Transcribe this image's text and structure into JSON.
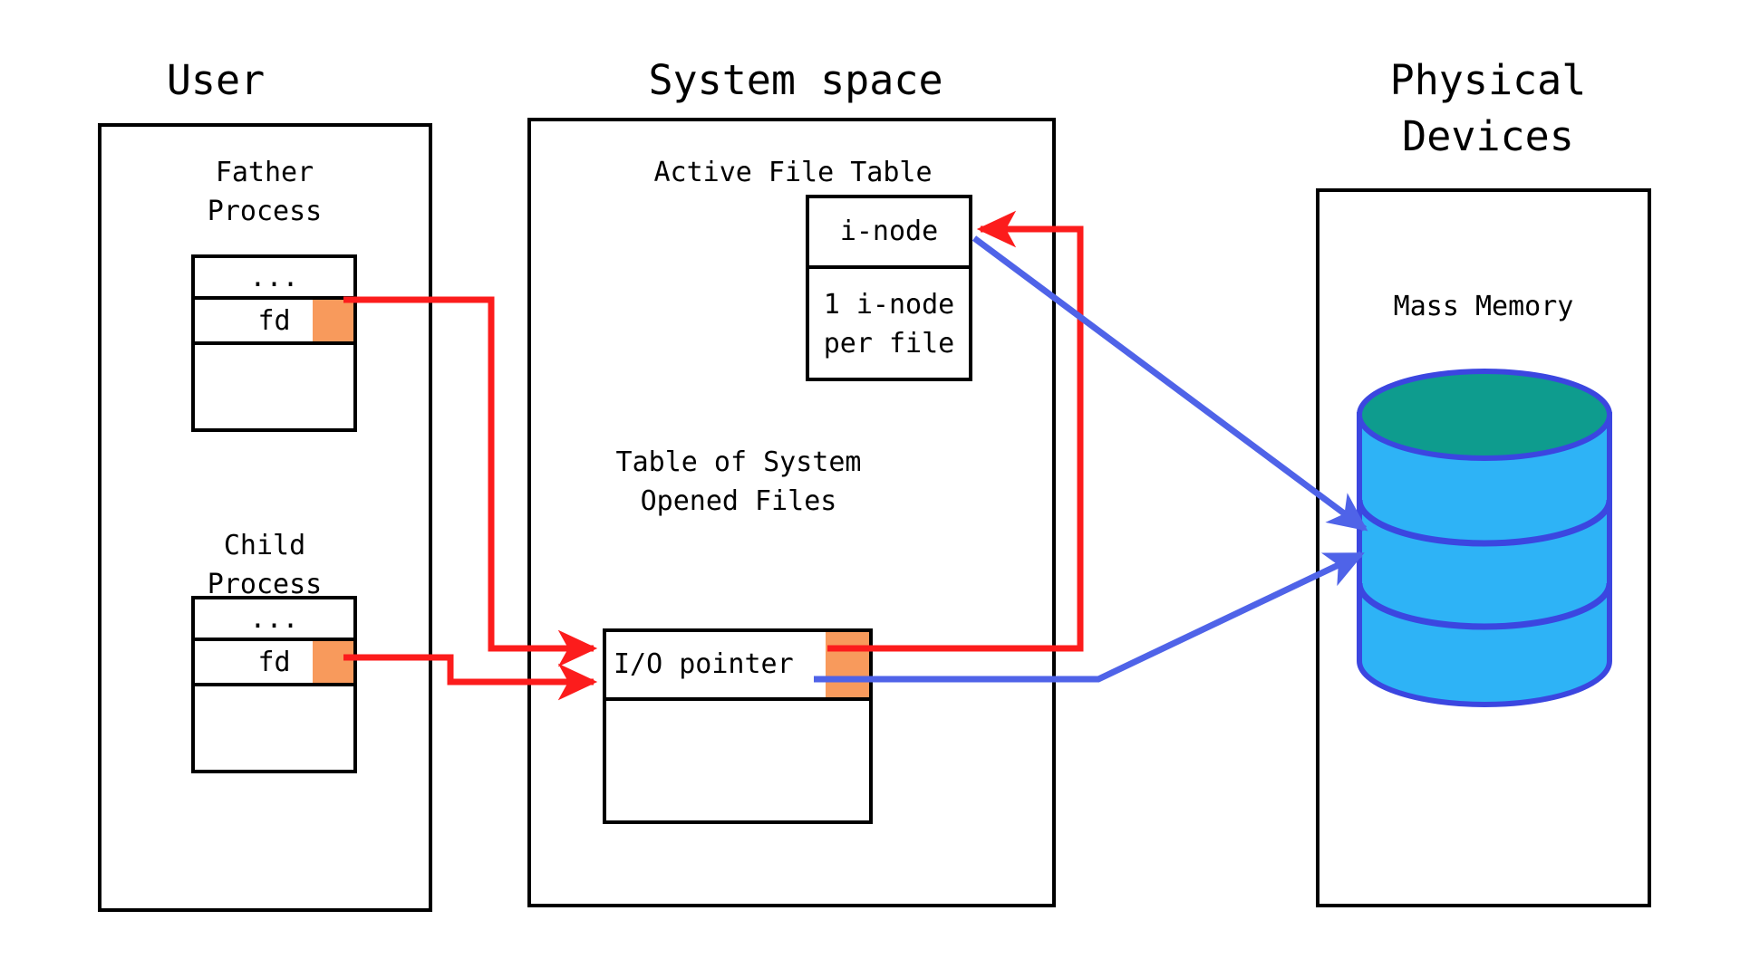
{
  "columns": {
    "user": {
      "title": "User",
      "processes": [
        {
          "name": "father-process",
          "label": "Father\nProcess",
          "rows": [
            "...",
            "fd",
            ""
          ]
        },
        {
          "name": "child-process",
          "label": "Child\nProcess",
          "rows": [
            "...",
            "fd",
            ""
          ]
        }
      ]
    },
    "system": {
      "title": "System space",
      "active_file_table": {
        "label": "Active File Table",
        "rows": [
          "i-node",
          "1 i-node\nper file"
        ]
      },
      "open_files_table": {
        "label": "Table of System\n Opened Files",
        "rows": [
          "I/O pointer",
          ""
        ]
      }
    },
    "physical": {
      "title": "Physical\nDevices",
      "device_label": "Mass Memory",
      "device_icon": "database-cylinder-icon"
    }
  },
  "colors": {
    "stroke": "#000000",
    "highlight_cell": "#F89A5C",
    "red_arrow": "#FC1C1C",
    "blue_arrow": "#4F63E8",
    "cylinder_body": "#2EB3F6",
    "cylinder_top": "#0E9C8E",
    "cylinder_edge": "#3B46E0",
    "background": "#FFFFFF"
  },
  "connections": [
    {
      "name": "father-fd-to-io-pointer",
      "color": "#FC1C1C",
      "from": "father-fd-cell",
      "to": "io-pointer-row"
    },
    {
      "name": "child-fd-to-io-pointer",
      "color": "#FC1C1C",
      "from": "child-fd-cell",
      "to": "io-pointer-row"
    },
    {
      "name": "io-pointer-to-inode",
      "color": "#FC1C1C",
      "from": "io-pointer-cell",
      "to": "inode-row"
    },
    {
      "name": "inode-to-mass-memory",
      "color": "#4F63E8",
      "from": "inode-row",
      "to": "mass-memory-cylinder"
    },
    {
      "name": "io-pointer-to-mass-memory",
      "color": "#4F63E8",
      "from": "io-pointer-cell",
      "to": "mass-memory-cylinder"
    }
  ]
}
